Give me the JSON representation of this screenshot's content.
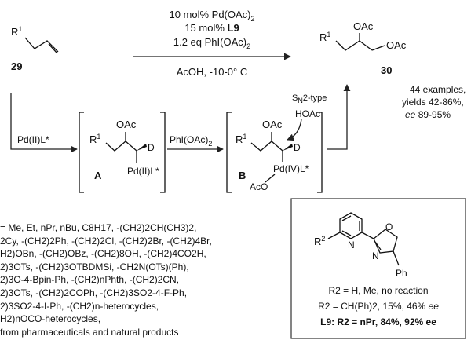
{
  "substrate": {
    "r_group": "R",
    "r_sup": "1",
    "compound_no": "29"
  },
  "conditions": {
    "line1": "10 mol% Pd(OAc)",
    "line1_sub": "2",
    "line2_pre": "15 mol% ",
    "line2_ligand": "L9",
    "line3": "1.2 eq PhI(OAc)",
    "line3_sub": "2",
    "line4": "AcOH, -10-0° C"
  },
  "product": {
    "compound_no": "30",
    "oac_top": "OAc",
    "oac_right": "OAc",
    "r_group": "R",
    "r_sup": "1",
    "examples": "44 examples,",
    "yields": "yields 42-86%,",
    "ee_label": "ee",
    "ee_value": " 89-95%"
  },
  "mechanism": {
    "step1_reagent": "Pd(II)L*",
    "int_a": {
      "label": "A",
      "oac": "OAc",
      "d": "D",
      "pd": "Pd(II)L*",
      "r_group": "R",
      "r_sup": "1"
    },
    "step2_reagent": "PhI(OAc)",
    "step2_sub": "2",
    "int_b": {
      "label": "B",
      "oac": "OAc",
      "d": "D",
      "pd": "Pd(IV)L*",
      "aco": "AcO",
      "r_group": "R",
      "r_sup": "1"
    },
    "sn2_s": "S",
    "sn2_n": "N",
    "sn2_rest": "2-type",
    "hoac": "HOAc"
  },
  "r_groups": [
    "= Me, Et, nPr, nBu, C8H17, -(CH2)2CH(CH3)2,",
    "2Cy, -(CH2)2Ph, -(CH2)2Cl, -(CH2)2Br, -(CH2)4Br,",
    "H2)OBn, -(CH2)OBz, -(CH2)8OH, -(CH2)4CO2H,",
    "2)3OTs, -(CH2)3OTBDMSi, -CH2N(OTs)(Ph),",
    "2)3O-4-Bpin-Ph, -(CH2)nPhth, -(CH2)2CN,",
    "2)3OTs, -(CH2)2COPh, -(CH2)3SO2-4-F-Ph,",
    "2)3SO2-4-I-Ph, -(CH2)n-heterocycles,",
    "H2)nOCO-heterocycles,",
    "from pharmaceuticals and natural products"
  ],
  "ligand_box": {
    "r2": "R",
    "r2_sup": "2",
    "n_atom": "N",
    "o_atom": "O",
    "ph": "Ph",
    "line1": "R2 = H, Me, no reaction",
    "line2_pre": "R2 = CH(Ph)2, 15%, 46% ",
    "line2_ee": "ee",
    "line3": "L9: R2 = nPr, 84%, 92% ee"
  },
  "colors": {
    "oxygen_accent": "#c00000",
    "text": "#111111"
  }
}
